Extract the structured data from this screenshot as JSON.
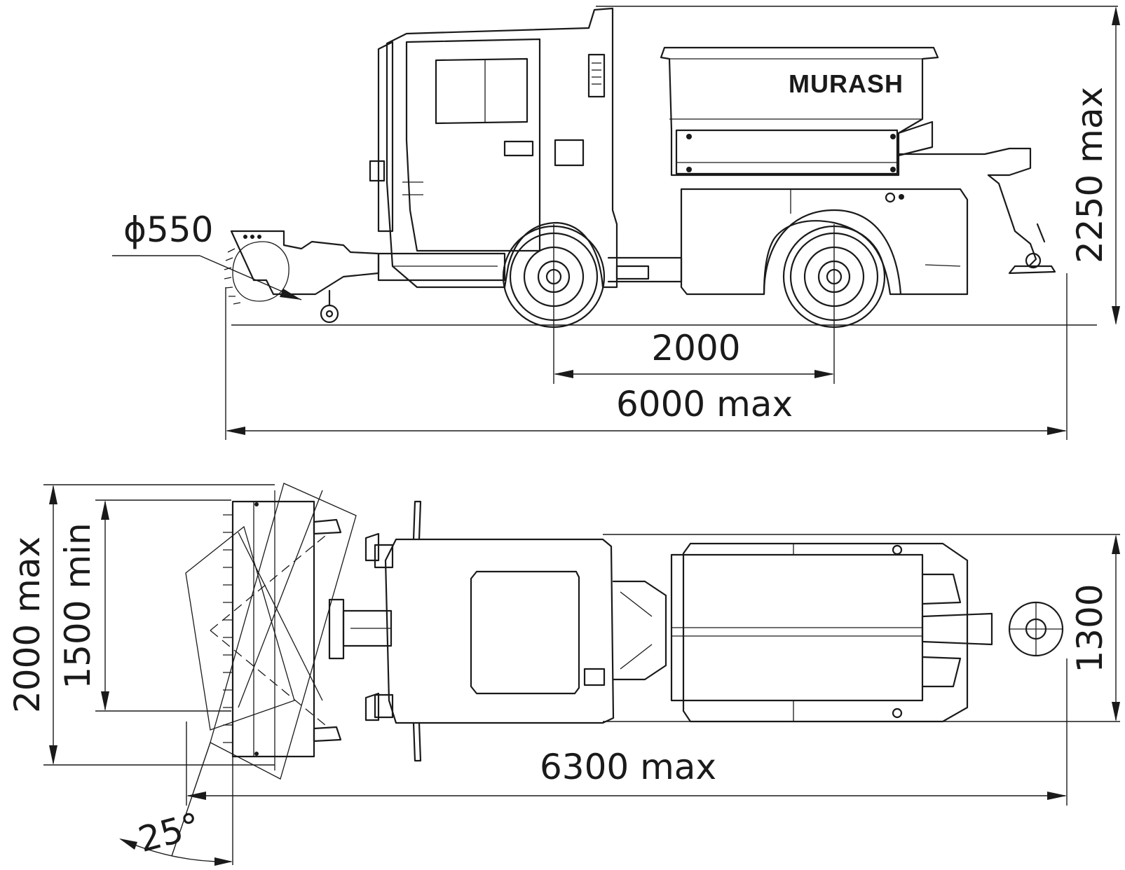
{
  "brand": "MURASH",
  "dimensions": {
    "brush_diameter": "ϕ550",
    "height_max": "2250 max",
    "wheelbase": "2000",
    "length_side": "6000 max",
    "width_max": "2000 max",
    "width_min": "1500 min",
    "track_width": "1300",
    "length_top": "6300 max",
    "angle": "25°"
  }
}
